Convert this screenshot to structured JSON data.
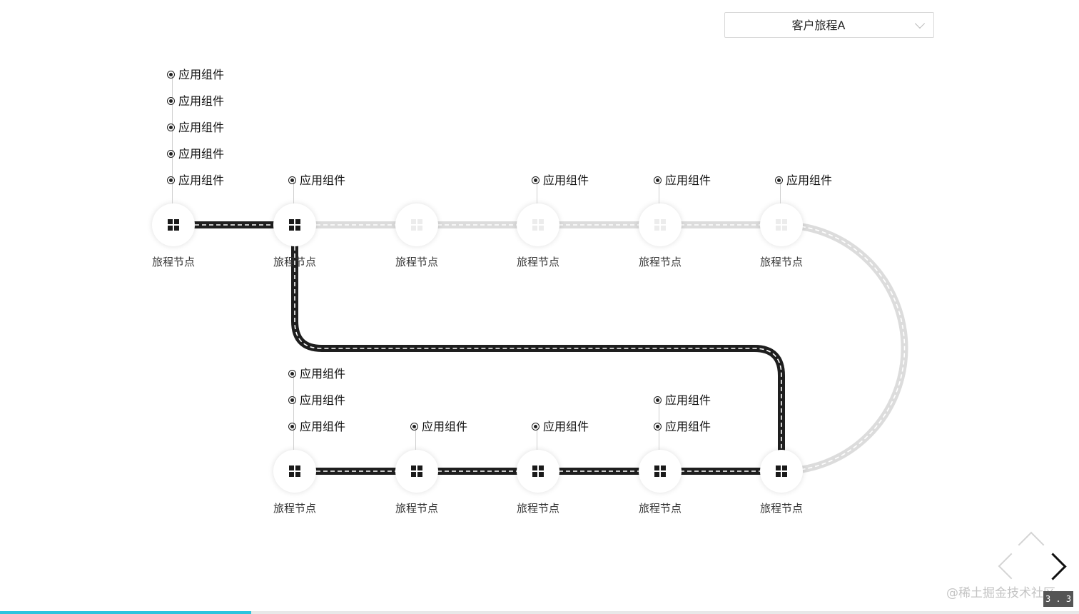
{
  "select": {
    "value": "客户旅程A",
    "icon": "chevron-down-icon"
  },
  "nodes": [
    {
      "label": "旅程节点",
      "active": true,
      "components": [
        "应用组件",
        "应用组件",
        "应用组件",
        "应用组件",
        "应用组件"
      ],
      "placement": "above"
    },
    {
      "label": "旅程节点",
      "active": true,
      "components": [
        "应用组件"
      ],
      "placement": "above"
    },
    {
      "label": "旅程节点",
      "active": false,
      "components": [],
      "placement": "above"
    },
    {
      "label": "旅程节点",
      "active": false,
      "components": [
        "应用组件"
      ],
      "placement": "above"
    },
    {
      "label": "旅程节点",
      "active": false,
      "components": [
        "应用组件"
      ],
      "placement": "above"
    },
    {
      "label": "旅程节点",
      "active": false,
      "components": [
        "应用组件"
      ],
      "placement": "above"
    },
    {
      "label": "旅程节点",
      "active": true,
      "components": [
        "应用组件",
        "应用组件",
        "应用组件"
      ],
      "placement": "above"
    },
    {
      "label": "旅程节点",
      "active": true,
      "components": [
        "应用组件"
      ],
      "placement": "above"
    },
    {
      "label": "旅程节点",
      "active": true,
      "components": [
        "应用组件"
      ],
      "placement": "above"
    },
    {
      "label": "旅程节点",
      "active": true,
      "components": [
        "应用组件",
        "应用组件"
      ],
      "placement": "above"
    },
    {
      "label": "旅程节点",
      "active": true,
      "components": [],
      "placement": "above"
    }
  ],
  "node_icon": "grid-icon",
  "component_icon": "radio-dot-icon",
  "colors": {
    "active_road": "#1e1e1e",
    "inactive_road": "#dcdcdc",
    "progress": "#2bc4de"
  },
  "nav": {
    "up_icon": "chevron-up-icon",
    "left_icon": "chevron-left-icon",
    "right_icon": "chevron-right-icon"
  },
  "watermark": "@稀土掘金技术社区",
  "slide_number": "3 . 3",
  "progress": 0.233
}
